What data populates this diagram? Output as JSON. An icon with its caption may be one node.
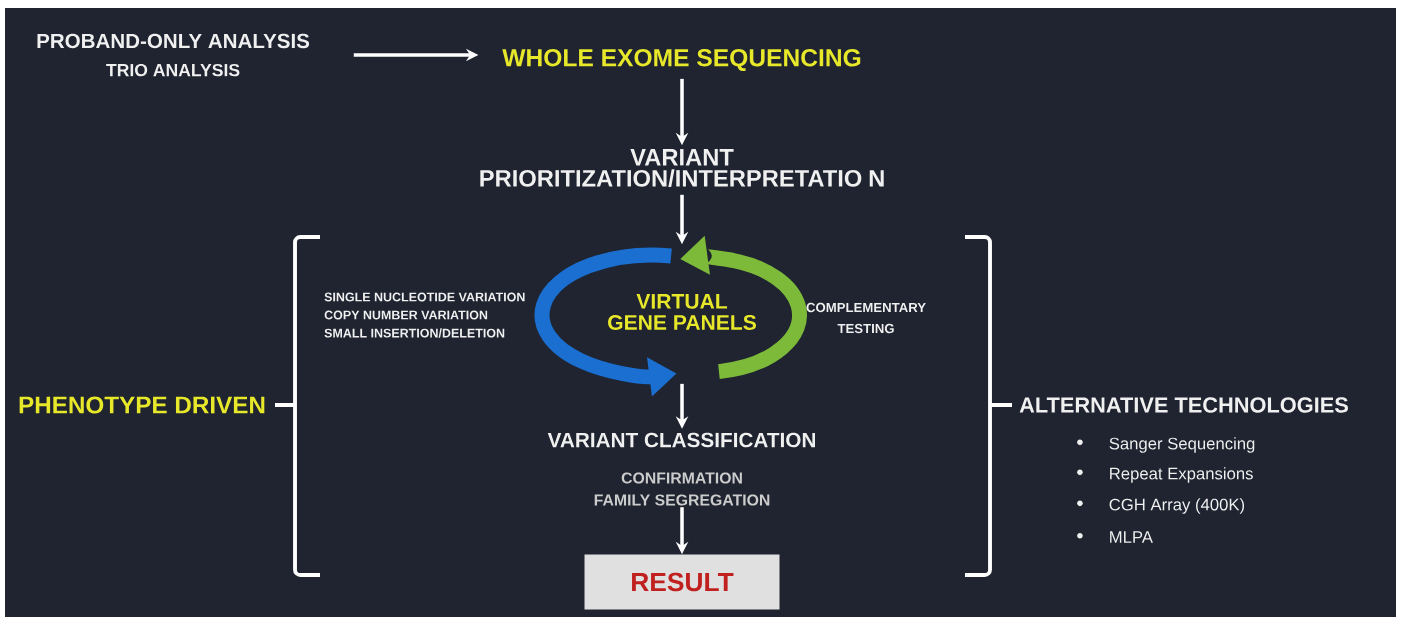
{
  "diagram": {
    "nodes": [
      {
        "text": [
          "PROBAND-ONLY ANALYSIS",
          "TRIO ANALYSIS"
        ]
      },
      {
        "text": [
          "WHOLE EXOME SEQUENCING"
        ]
      },
      {
        "text": [
          "VARIANT PRIORITIZATION/INTERPRETATIO N"
        ]
      },
      {
        "text": [
          "VIRTUAL GENE PANELS"
        ]
      },
      {
        "text": [
          "VARIANT CLASSIFICATION"
        ],
        "beside": [
          "CONFIRMATION",
          "FAMILY SEGREGATION"
        ]
      },
      {
        "text": [
          "RESULT"
        ]
      }
    ],
    "edges": [
      {
        "from": 0,
        "to": 1,
        "arrow": "to"
      },
      {
        "from": 1,
        "to": 2,
        "arrow": "to"
      },
      {
        "from": 2,
        "to": 3,
        "arrow": "to"
      },
      {
        "from": 3,
        "to": 4,
        "arrow": "to"
      },
      {
        "from": 4,
        "to": 5,
        "arrow": "to"
      }
    ],
    "labels": [
      "SINGLE NUCLEOTIDE VARIATION",
      "COPY NUMBER VARIATION",
      "SMALL INSERTION/DELETION",
      "COMPLEMENTARY TESTING",
      "PHENOTYPE DRIVEN",
      "ALTERNATIVE TECHNOLOGIES",
      "Sanger Sequencing",
      "Repeat Expansions",
      "CGH Array (400K)",
      "MLPA"
    ]
  }
}
